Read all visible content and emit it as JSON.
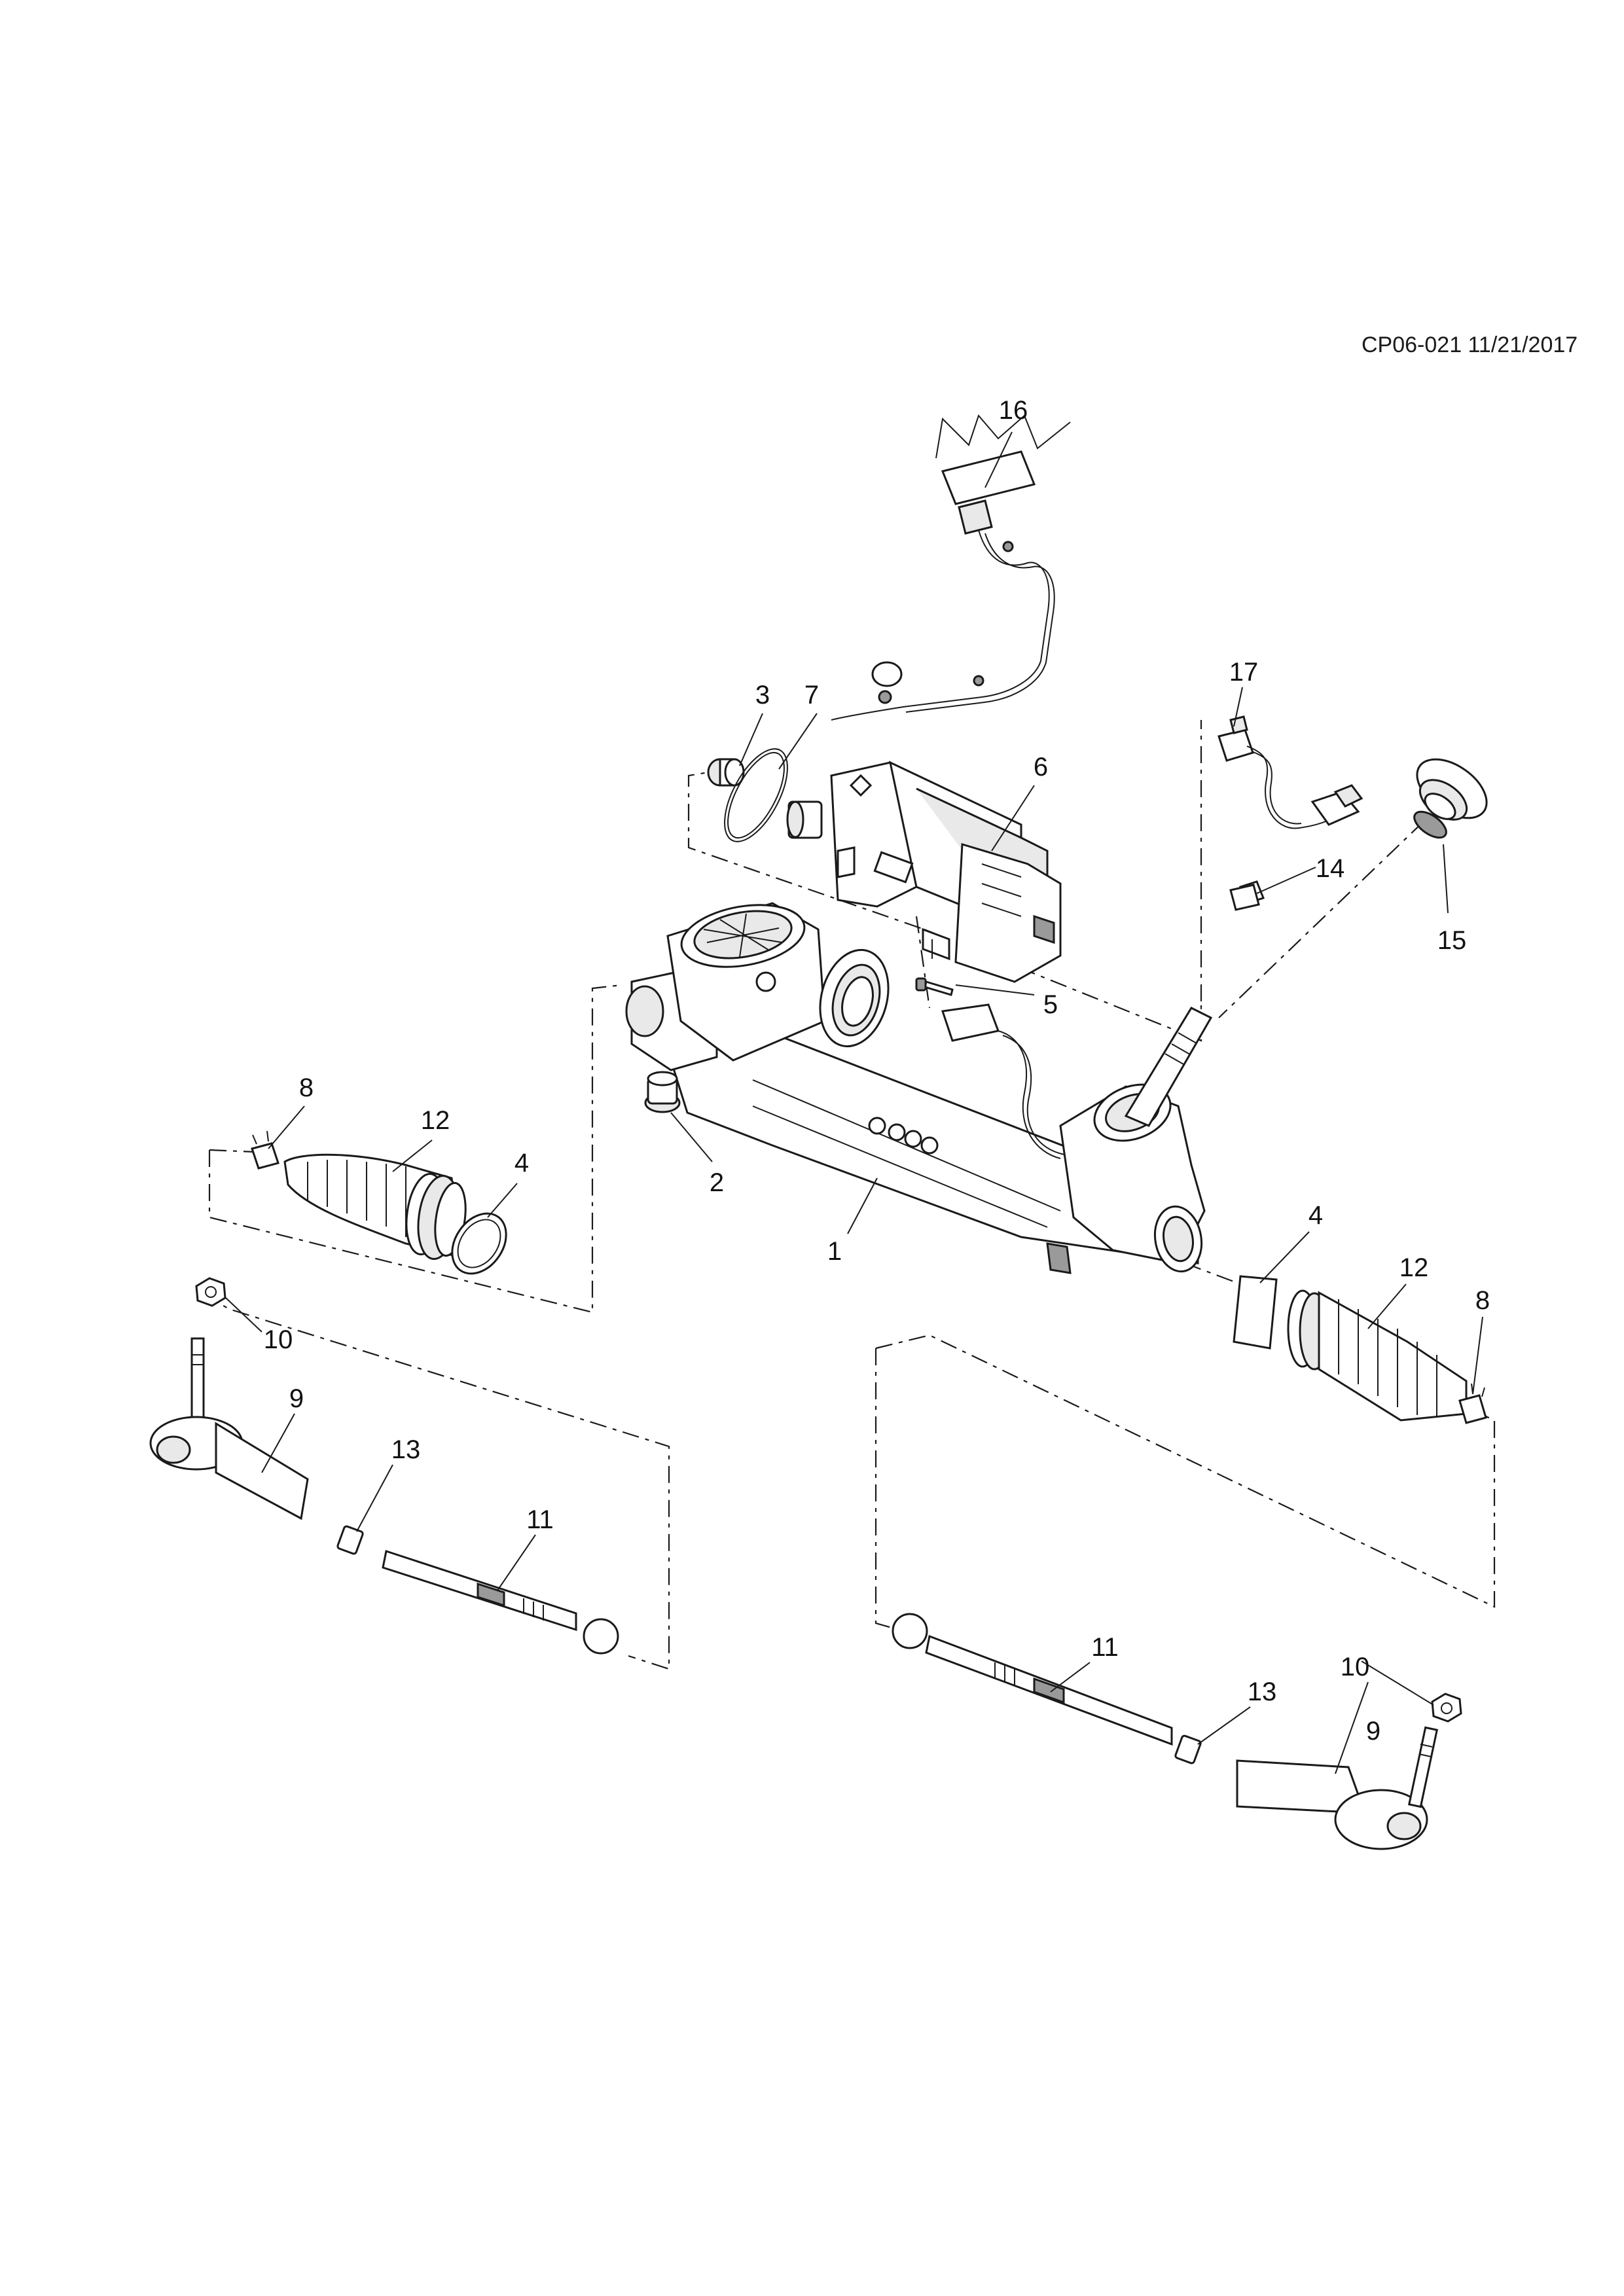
{
  "document": {
    "reference": "CP06-021 11/21/2017"
  },
  "callouts": {
    "c1": "1",
    "c2": "2",
    "c3": "3",
    "c4a": "4",
    "c4b": "4",
    "c5": "5",
    "c6": "6",
    "c7": "7",
    "c8a": "8",
    "c8b": "8",
    "c9a": "9",
    "c9b": "9",
    "c10a": "10",
    "c10b": "10",
    "c11a": "11",
    "c11b": "11",
    "c12a": "12",
    "c12b": "12",
    "c13a": "13",
    "c13b": "13",
    "c14": "14",
    "c15": "15",
    "c16": "16",
    "c17": "17"
  }
}
